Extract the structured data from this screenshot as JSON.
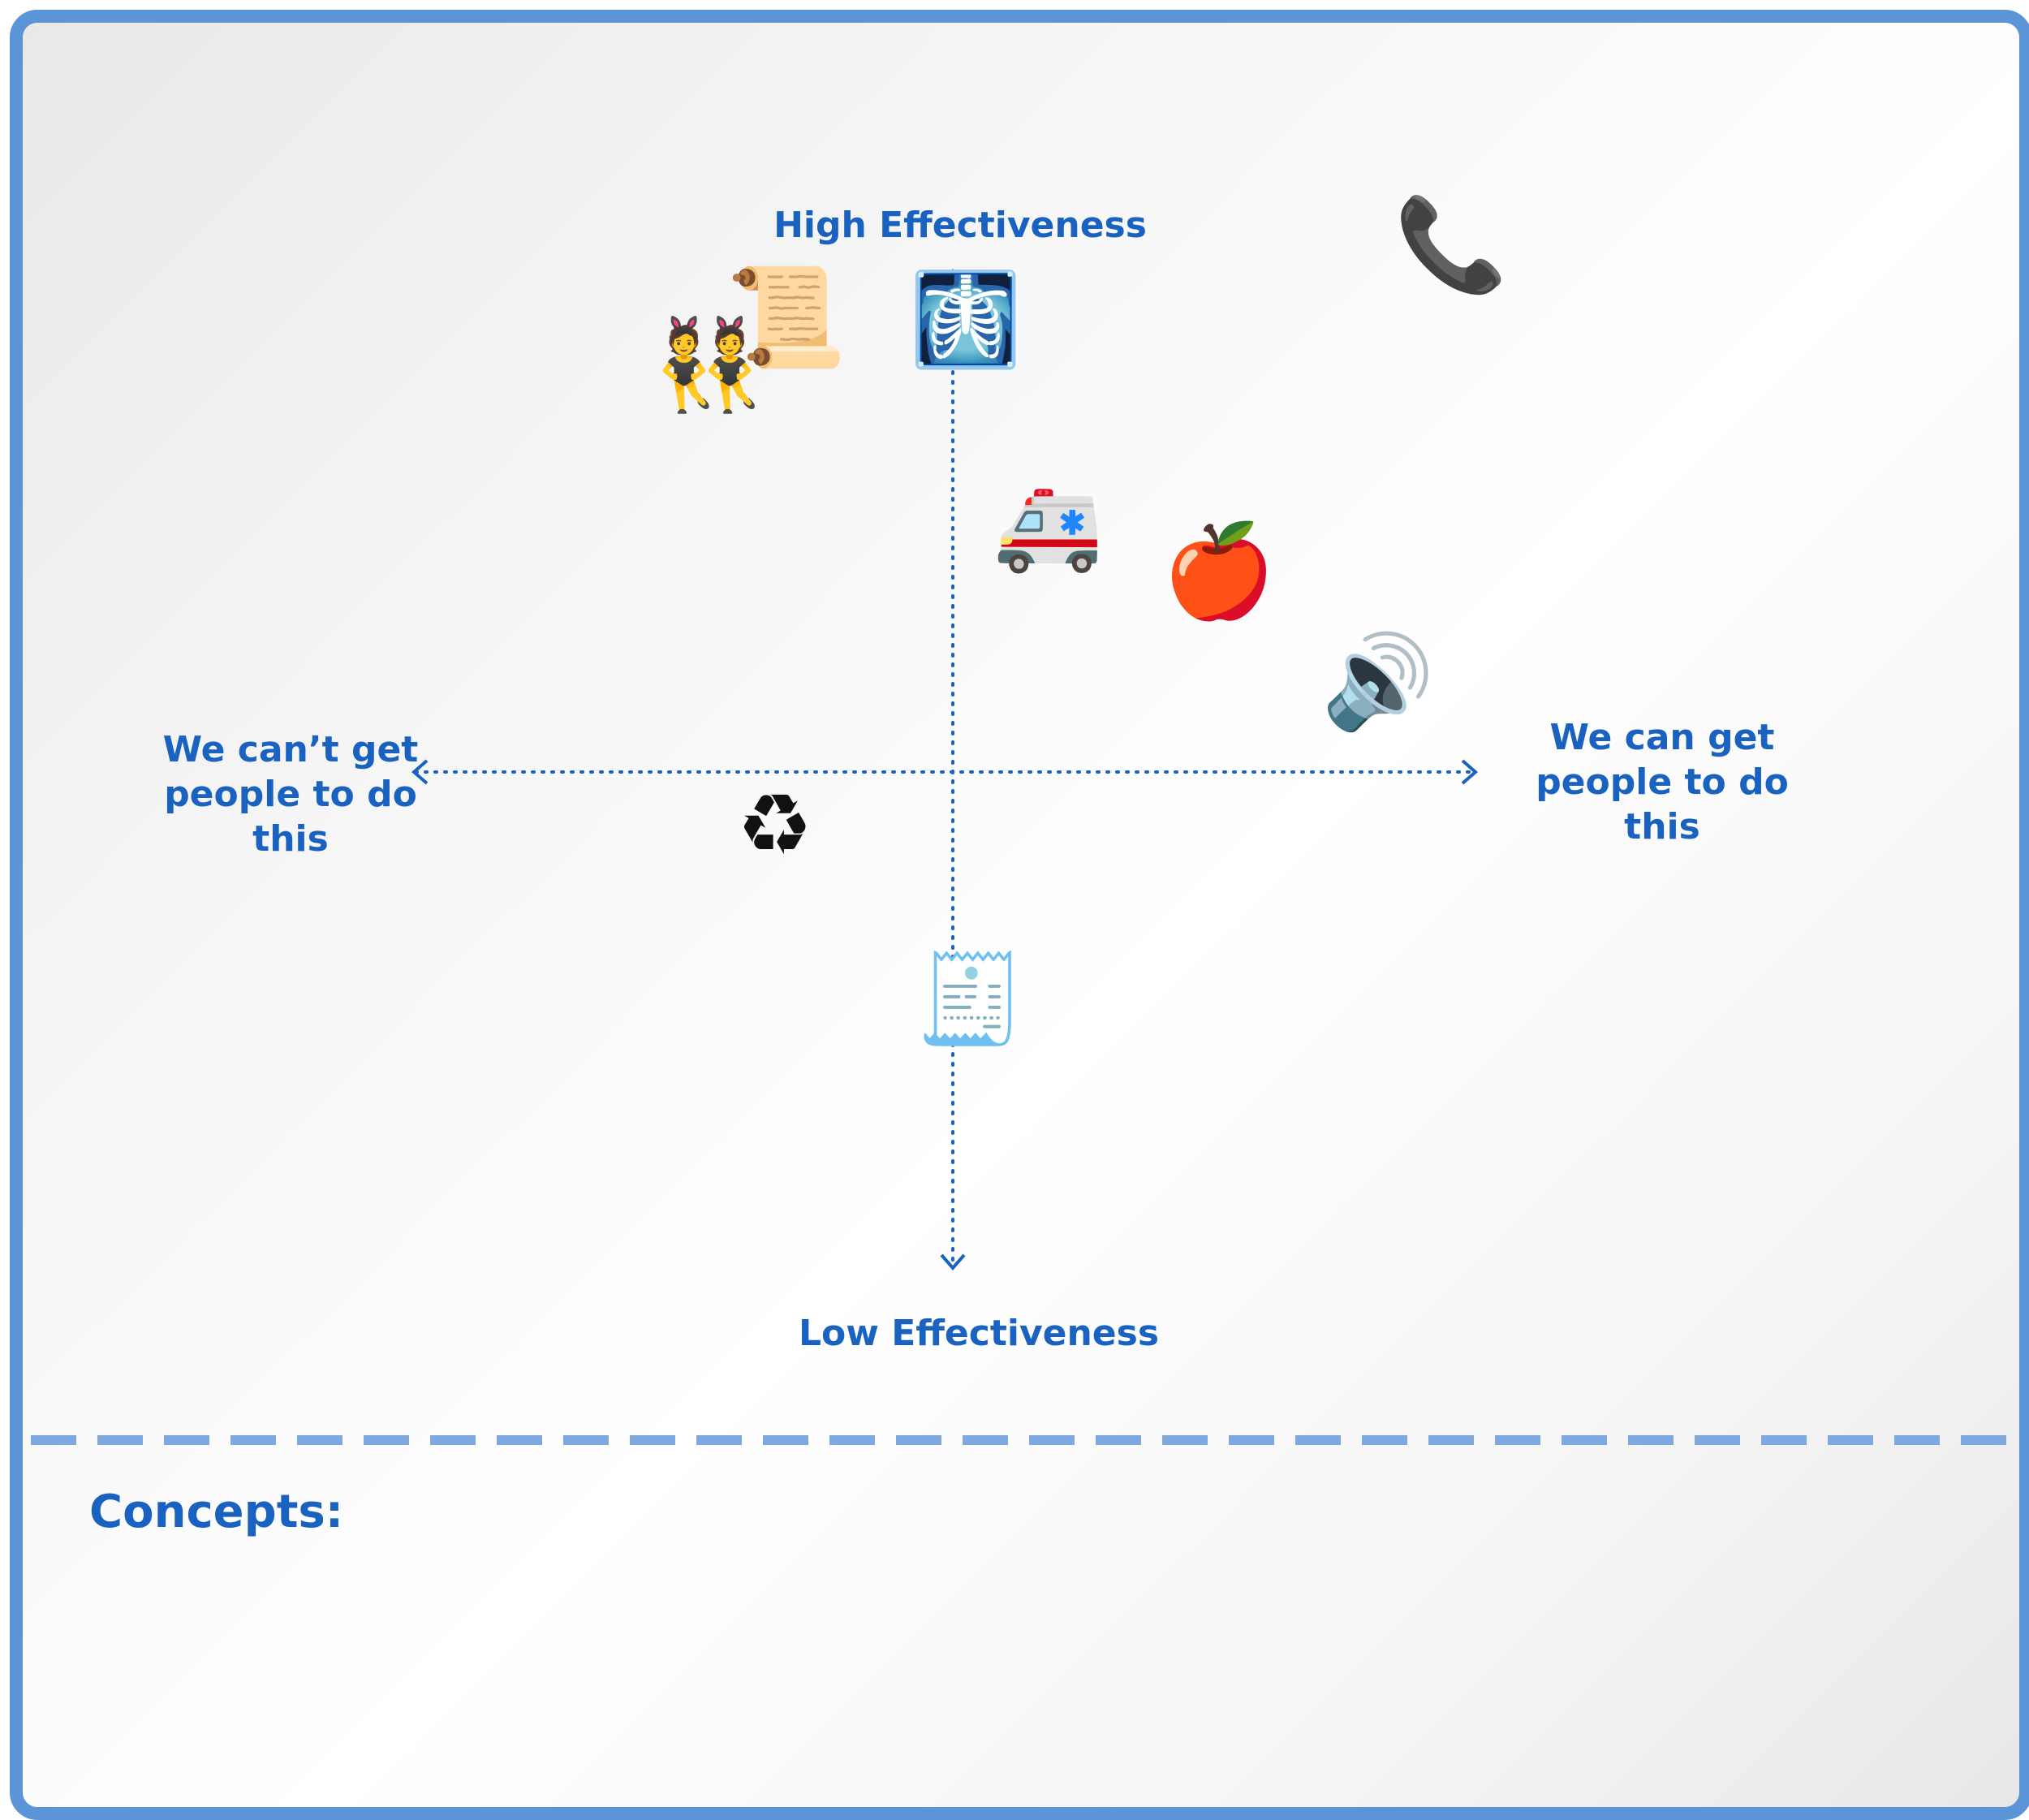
{
  "labels": {
    "top": "High Effectiveness",
    "bottom": "Low Effectiveness",
    "left": "We can’t get\npeople to do\nthis",
    "right": "We can get\npeople to do\nthis"
  },
  "section": {
    "title": "Concepts:"
  },
  "items": [
    {
      "name": "dancers-emoji",
      "glyph": "👯"
    },
    {
      "name": "scroll-emoji",
      "glyph": "📜"
    },
    {
      "name": "xray-emoji",
      "glyph": "🩻"
    },
    {
      "name": "phone-bed-emoji",
      "glyph": "📞"
    },
    {
      "name": "ambulance-emoji",
      "glyph": "🚑"
    },
    {
      "name": "apple-emoji",
      "glyph": "🍎"
    },
    {
      "name": "speaker-emoji",
      "glyph": "🔊"
    },
    {
      "name": "recycle-emoji",
      "glyph": "♻"
    },
    {
      "name": "receipt-emoji",
      "glyph": "🧾"
    }
  ],
  "colors": {
    "accent": "#1a62c0",
    "border": "#5b95d8"
  }
}
